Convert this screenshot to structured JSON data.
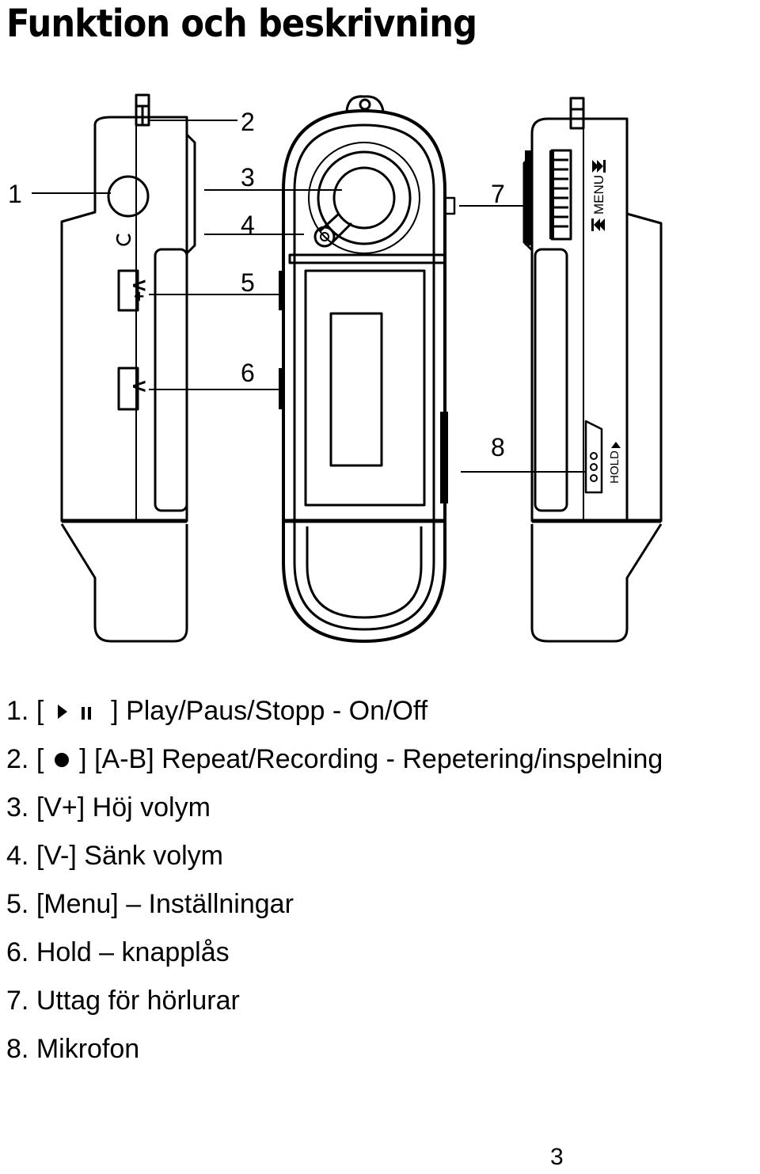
{
  "title": "Funktion och beskrivning",
  "callouts": [
    "1",
    "2",
    "3",
    "4",
    "5",
    "6",
    "7",
    "8"
  ],
  "device_labels": {
    "vplus": "V+",
    "vminus": "V-",
    "menu": "MENU",
    "hold": "HOLD"
  },
  "icons": [
    "play-pause-icon",
    "record-dot-icon",
    "play-icon",
    "pause-icon",
    "prev-track-icon",
    "next-track-icon",
    "power-icon"
  ],
  "legend": [
    {
      "num": "1.",
      "icon_open": "[",
      "icon_close": "]",
      "text": "Play/Paus/Stopp - On/Off"
    },
    {
      "num": "2.",
      "icon_open": "[",
      "icon_close": "]",
      "text": "[A-B] Repeat/Recording - Repetering/inspelning"
    },
    {
      "num": "3.",
      "text": "[V+] Höj volym"
    },
    {
      "num": "4.",
      "text": "[V-] Sänk volym"
    },
    {
      "num": "5.",
      "text": "[Menu] – Inställningar"
    },
    {
      "num": "6.",
      "text": "Hold – knapplås"
    },
    {
      "num": "7.",
      "text": "Uttag för hörlurar"
    },
    {
      "num": "8.",
      "text": "Mikrofon"
    }
  ],
  "page_number": "3"
}
